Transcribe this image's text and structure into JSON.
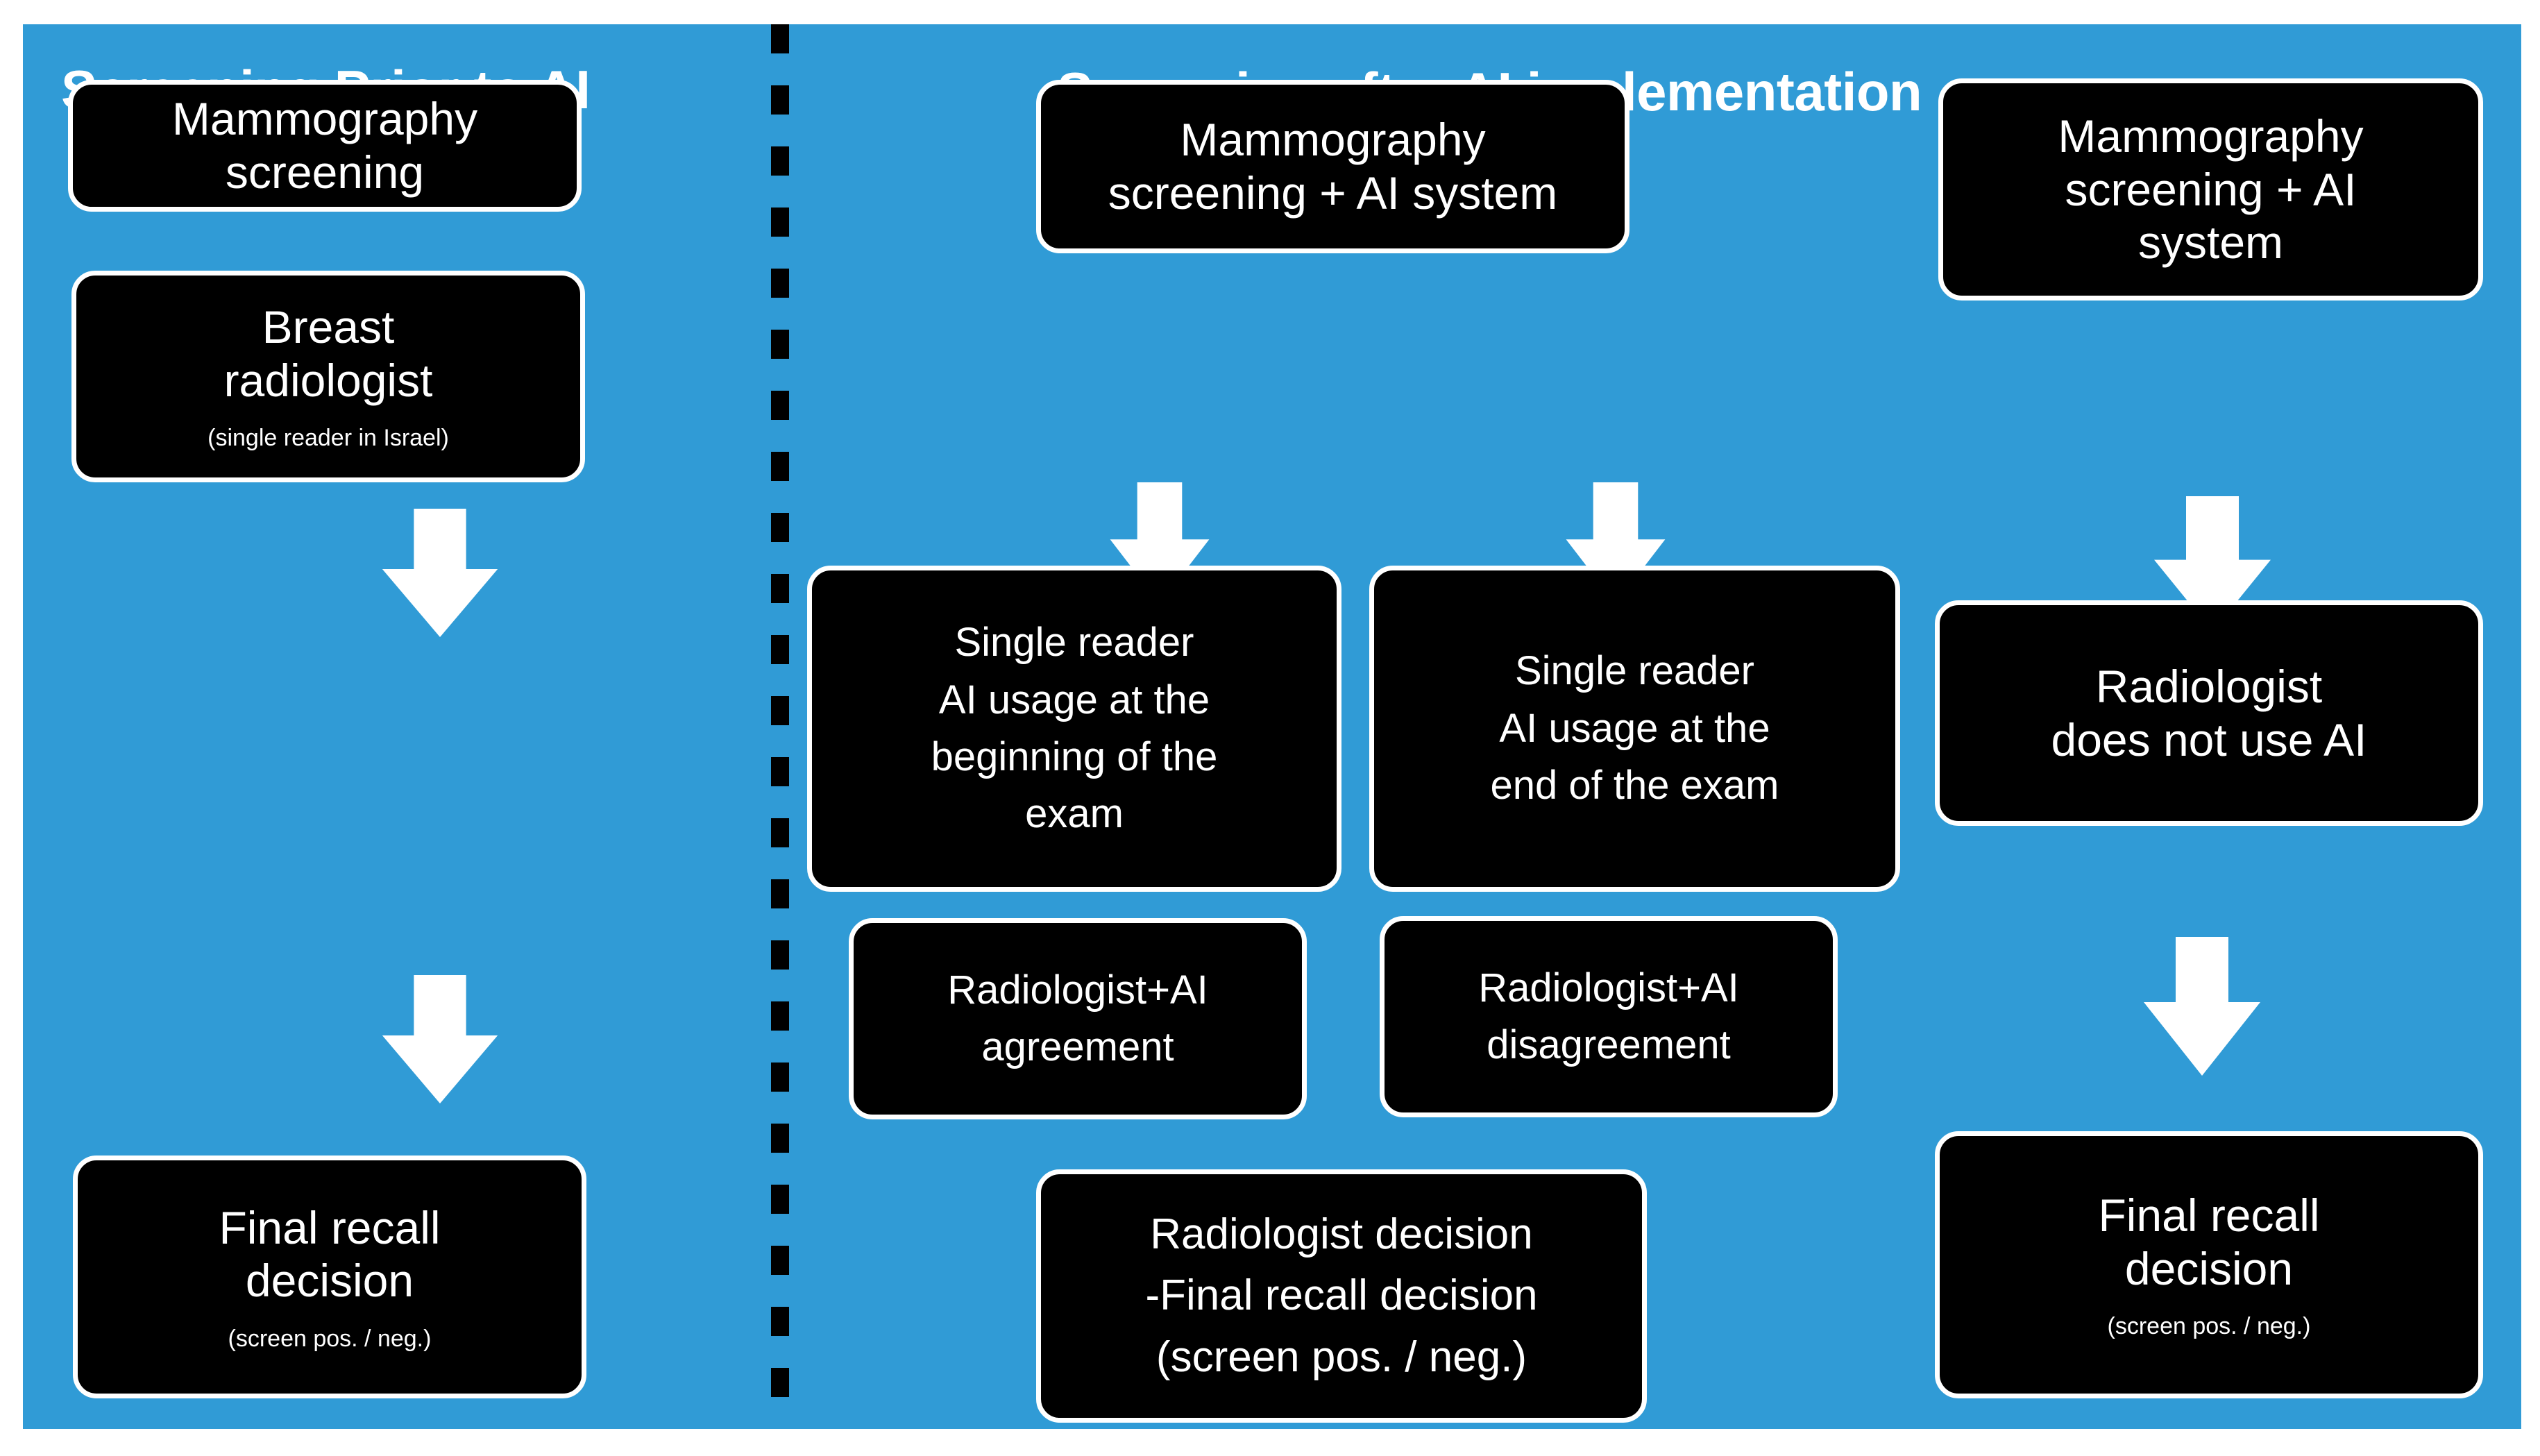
{
  "palette": {
    "panel_background": "#309bd6",
    "box_background": "#000000",
    "box_border": "#ffffff",
    "text": "#ffffff",
    "divider": "#000000",
    "arrow": "#ffffff"
  },
  "headers": {
    "left": "Screening Prior to AI",
    "right": "Screening after AI implementation"
  },
  "columns": {
    "prior": {
      "boxes": [
        {
          "main": "Mammography\nscreening",
          "sub": ""
        },
        {
          "main": "Breast\nradiologist",
          "sub": "(single reader in Israel)"
        },
        {
          "main": "Final recall\ndecision",
          "sub": "(screen pos. / neg.)"
        }
      ]
    },
    "after_ai_pathway": {
      "boxes": [
        {
          "main": "Mammography\nscreening + AI system",
          "sub": ""
        },
        {
          "main": "Single reader\nAI usage at the\nbeginning of the\nexam",
          "sub": ""
        },
        {
          "main": "Single reader\nAI usage at the\nend of the exam",
          "sub": ""
        },
        {
          "main": "Radiologist+AI\nagreement",
          "sub": ""
        },
        {
          "main": "Radiologist+AI\ndisagreement",
          "sub": ""
        },
        {
          "main": "Radiologist decision\n-Final recall decision\n(screen pos. / neg.)",
          "sub": ""
        }
      ]
    },
    "after_ai_no_ai_pathway": {
      "boxes": [
        {
          "main": "Mammography\nscreening + AI\nsystem",
          "sub": ""
        },
        {
          "main": "Radiologist\ndoes not use AI",
          "sub": ""
        },
        {
          "main": "Final recall\ndecision",
          "sub": "(screen pos. / neg.)"
        }
      ]
    }
  },
  "arrows": {
    "count": 6,
    "direction": "down",
    "labels": [
      "prior-mammography-to-radiologist",
      "prior-radiologist-to-final-decision",
      "ai-system-to-single-reader-beginning",
      "ai-system-to-single-reader-end",
      "ai-system-to-radiologist-no-ai",
      "radiologist-no-ai-to-final-decision"
    ]
  }
}
